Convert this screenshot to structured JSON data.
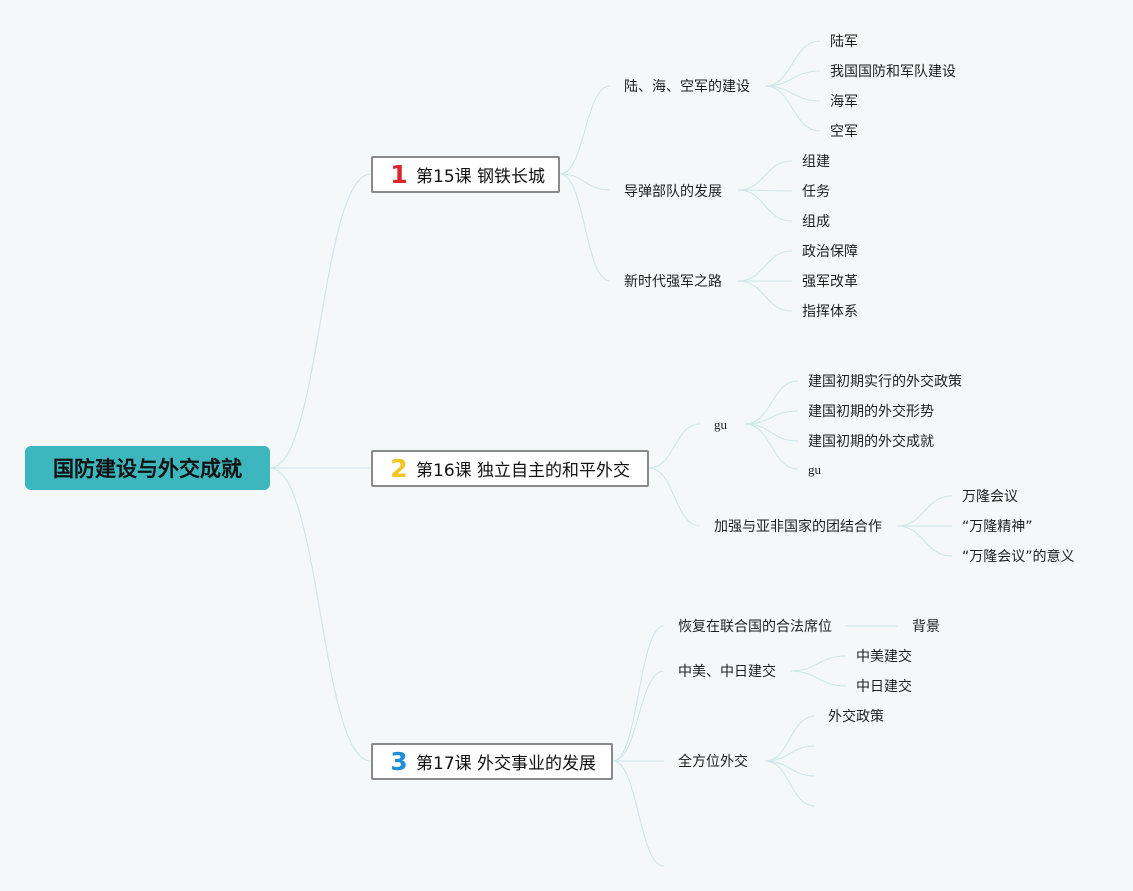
{
  "root": {
    "title": "国防建设与外交成就"
  },
  "chapters": [
    {
      "badge": "1",
      "badge_color": "#d9252b",
      "title": "第15课 钢铁长城",
      "topics": [
        {
          "label": "陆、海、空军的建设",
          "children": [
            "陆军",
            "我国国防和军队建设",
            "海军",
            "空军"
          ]
        },
        {
          "label": "导弹部队的发展",
          "children": [
            "组建",
            "任务",
            "组成"
          ]
        },
        {
          "label": "新时代强军之路",
          "children": [
            "政治保障",
            "强军改革",
            "指挥体系"
          ]
        }
      ]
    },
    {
      "badge": "2",
      "badge_color": "#f2c521",
      "title": "第16课 独立自主的和平外交",
      "topics": [
        {
          "label": "gu",
          "children": [
            "建国初期实行的外交政策",
            "建国初期的外交形势",
            "建国初期的外交成就",
            "gu"
          ]
        },
        {
          "label": "加强与亚非国家的团结合作",
          "children": [
            "万隆会议",
            "“万隆精神”",
            "“万隆会议”的意义"
          ]
        }
      ]
    },
    {
      "badge": "3",
      "badge_color": "#1f8ed6",
      "title": "第17课 外交事业的发展",
      "topics": [
        {
          "label": "恢复在联合国的合法席位",
          "children": [
            "背景"
          ]
        },
        {
          "label": "中美、中日建交",
          "children": [
            "中美建交",
            "中日建交"
          ]
        },
        {
          "label": "全方位外交",
          "children": [
            "外交政策",
            "",
            "",
            ""
          ]
        },
        {
          "label": "",
          "children": []
        }
      ]
    }
  ]
}
